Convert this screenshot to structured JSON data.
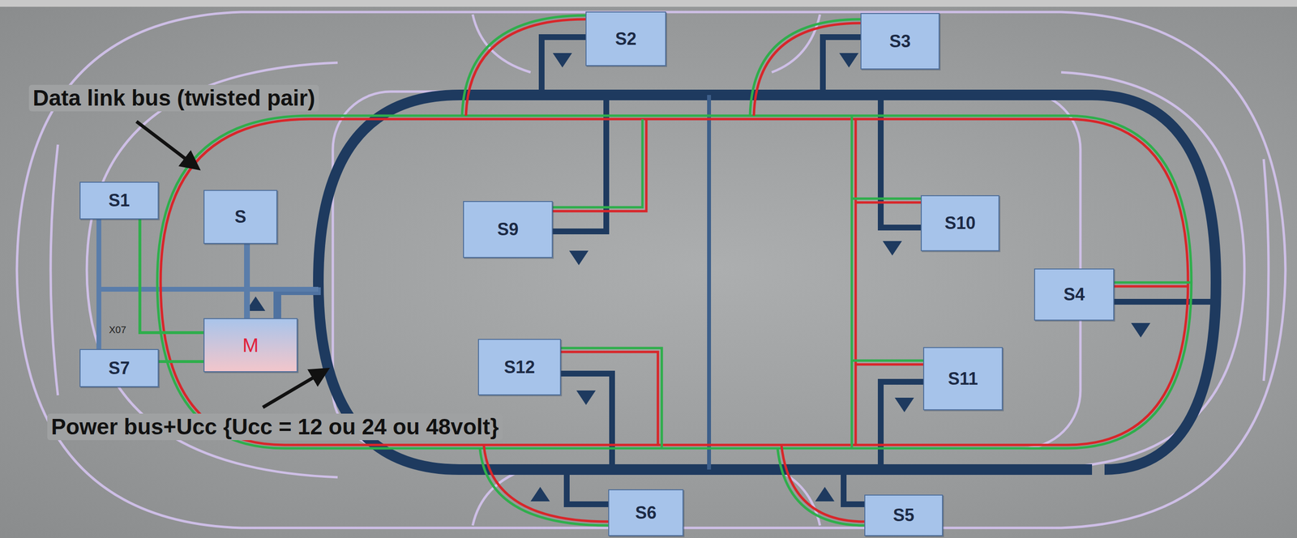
{
  "diagram": {
    "nodes": [
      {
        "text": [
          "S2"
        ]
      },
      {
        "text": [
          "S3"
        ]
      },
      {
        "text": [
          "S1"
        ]
      },
      {
        "text": [
          "S"
        ]
      },
      {
        "text": [
          "S9"
        ]
      },
      {
        "text": [
          "S10"
        ]
      },
      {
        "text": [
          "S4"
        ]
      },
      {
        "text": [
          "M"
        ]
      },
      {
        "text": [
          "S12"
        ]
      },
      {
        "text": [
          "S11"
        ]
      },
      {
        "text": [
          "S7"
        ]
      },
      {
        "text": [
          "S6"
        ]
      },
      {
        "text": [
          "S5"
        ]
      }
    ],
    "edges": [
      {
        "from": 2,
        "to": 10,
        "arrow": "none"
      },
      {
        "from": 3,
        "to": 7,
        "arrow": "none"
      },
      {
        "from": 2,
        "to": 7,
        "arrow": "none"
      },
      {
        "from": 10,
        "to": 7,
        "arrow": "none"
      }
    ],
    "labels": [
      "Data link bus (twisted pair)",
      "Power bus+Ucc {Ucc = 12 ou 24 ou 48volt}",
      "X07"
    ]
  }
}
